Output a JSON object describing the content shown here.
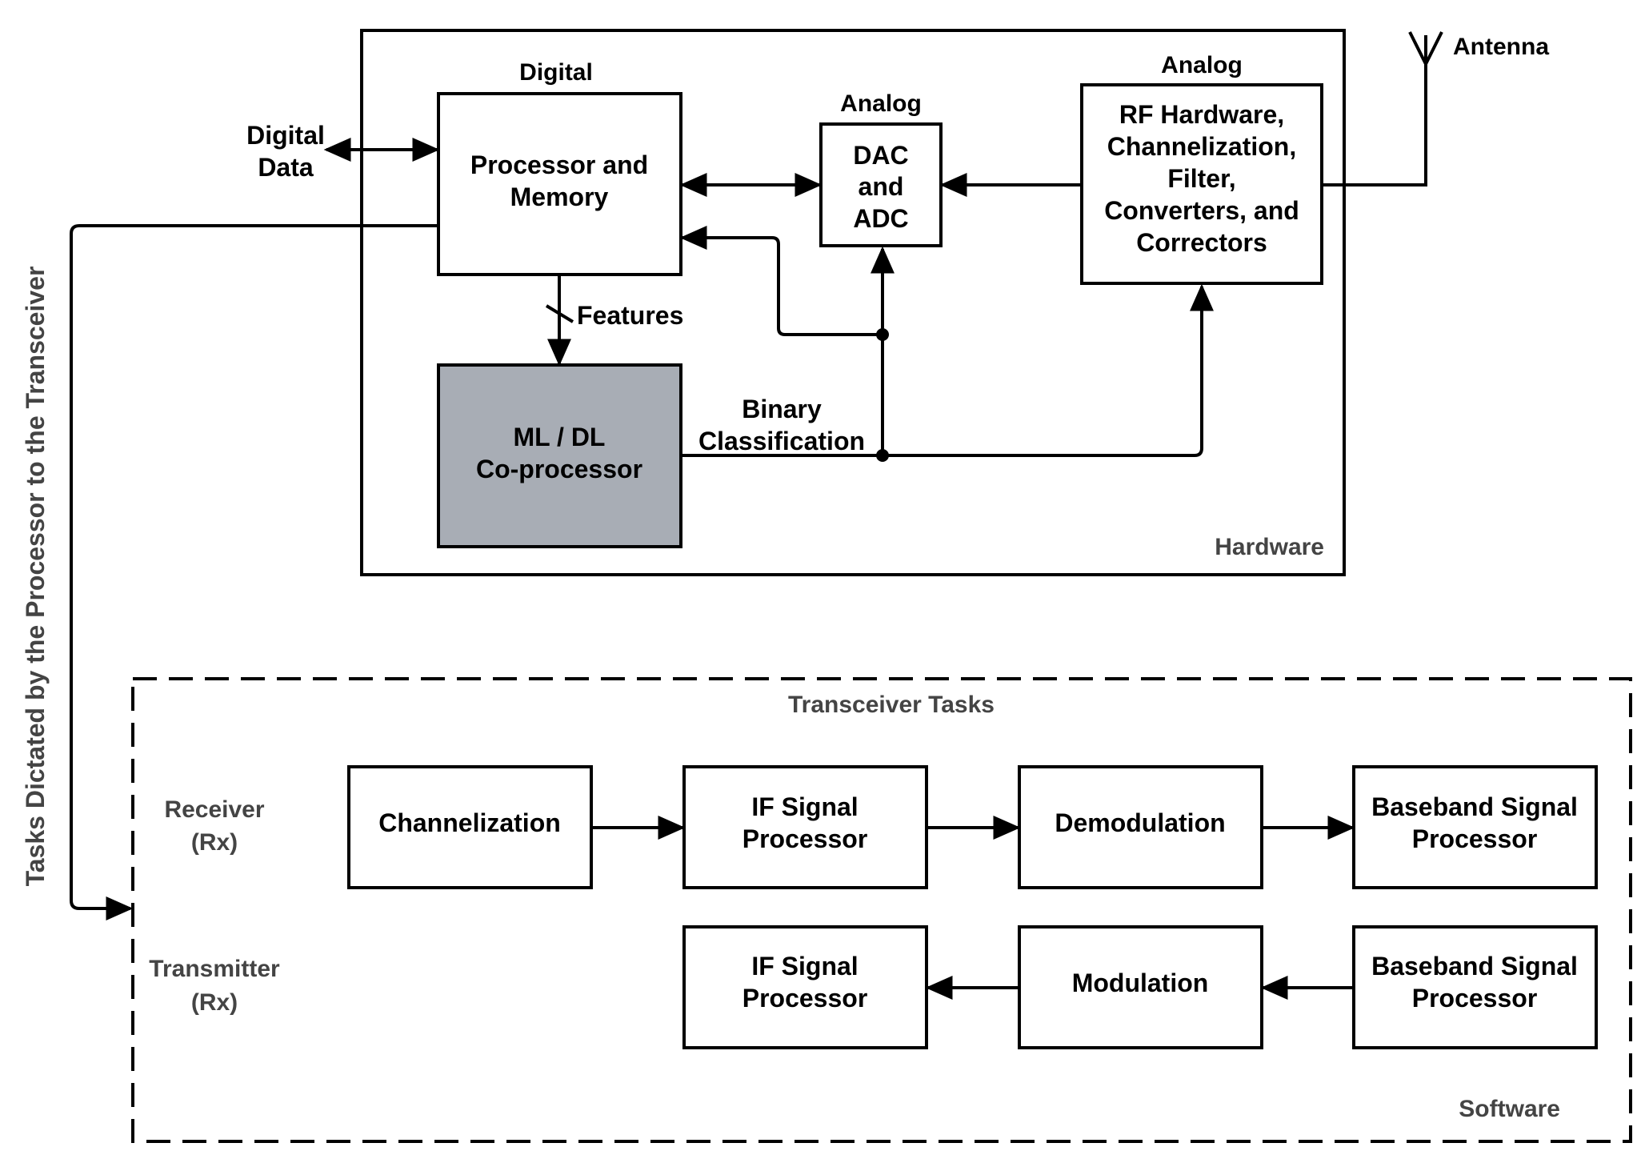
{
  "hardware": {
    "label": "Hardware",
    "digital_label": "Digital",
    "analog_label_dac": "Analog",
    "analog_label_rf": "Analog",
    "processor": {
      "line1": "Processor and",
      "line2": "Memory"
    },
    "dac_adc": {
      "line1": "DAC",
      "line2": "and",
      "line3": "ADC"
    },
    "rf": {
      "line1": "RF Hardware,",
      "line2": "Channelization,",
      "line3": "Filter,",
      "line4": "Converters, and",
      "line5": "Correctors"
    },
    "coprocessor": {
      "line1": "ML / DL",
      "line2": "Co-processor"
    },
    "features_label": "Features",
    "binary_label": {
      "line1": "Binary",
      "line2": "Classification"
    },
    "digital_data": {
      "line1": "Digital",
      "line2": "Data"
    },
    "antenna_label": "Antenna"
  },
  "side_label": "Tasks Dictated by the Processor to the Transceiver",
  "software": {
    "label": "Software",
    "title": "Transceiver Tasks",
    "receiver": {
      "line1": "Receiver",
      "line2": "(Rx)"
    },
    "transmitter": {
      "line1": "Transmitter",
      "line2": "(Rx)"
    },
    "rx_blocks": [
      {
        "line1": "Channelization",
        "line2": ""
      },
      {
        "line1": "IF Signal",
        "line2": "Processor"
      },
      {
        "line1": "Demodulation",
        "line2": ""
      },
      {
        "line1": "Baseband Signal",
        "line2": "Processor"
      }
    ],
    "tx_blocks": [
      {
        "line1": "IF Signal",
        "line2": "Processor"
      },
      {
        "line1": "Modulation",
        "line2": ""
      },
      {
        "line1": "Baseband Signal",
        "line2": "Processor"
      }
    ]
  },
  "colors": {
    "coprocessor_fill": "#a8adb5",
    "line": "#000000",
    "secondary_text": "#444444"
  }
}
